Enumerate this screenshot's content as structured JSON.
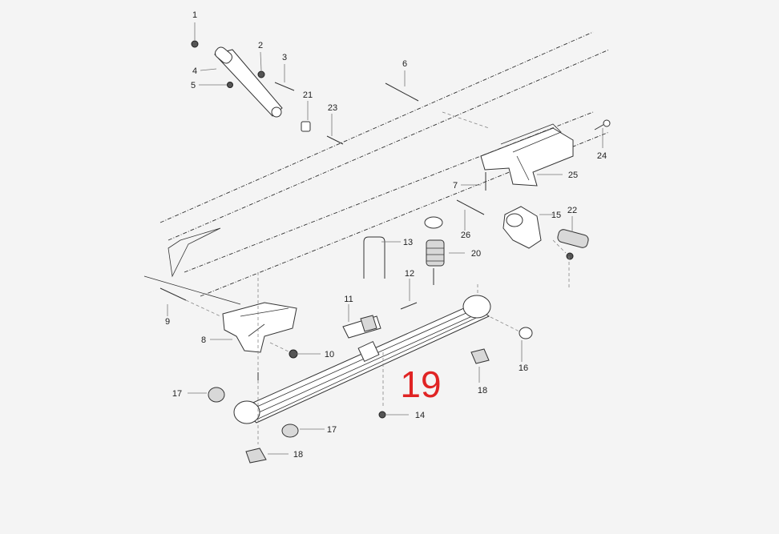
{
  "callouts": [
    {
      "id": "c1",
      "text": "1"
    },
    {
      "id": "c2",
      "text": "2"
    },
    {
      "id": "c3",
      "text": "3"
    },
    {
      "id": "c4",
      "text": "4"
    },
    {
      "id": "c5",
      "text": "5"
    },
    {
      "id": "c6",
      "text": "6"
    },
    {
      "id": "c21",
      "text": "21"
    },
    {
      "id": "c23",
      "text": "23"
    },
    {
      "id": "c24",
      "text": "24"
    },
    {
      "id": "c25",
      "text": "25"
    },
    {
      "id": "c7",
      "text": "7"
    },
    {
      "id": "c15",
      "text": "15"
    },
    {
      "id": "c22",
      "text": "22"
    },
    {
      "id": "c26",
      "text": "26"
    },
    {
      "id": "c13",
      "text": "13"
    },
    {
      "id": "c20",
      "text": "20"
    },
    {
      "id": "c12",
      "text": "12"
    },
    {
      "id": "c11",
      "text": "11"
    },
    {
      "id": "c9",
      "text": "9"
    },
    {
      "id": "c8",
      "text": "8"
    },
    {
      "id": "c10",
      "text": "10"
    },
    {
      "id": "c16",
      "text": "16"
    },
    {
      "id": "c18a",
      "text": "18"
    },
    {
      "id": "c17a",
      "text": "17"
    },
    {
      "id": "c14",
      "text": "14"
    },
    {
      "id": "c17b",
      "text": "17"
    },
    {
      "id": "c18b",
      "text": "18"
    }
  ],
  "highlight": {
    "text": "19",
    "color": "#e02424"
  }
}
